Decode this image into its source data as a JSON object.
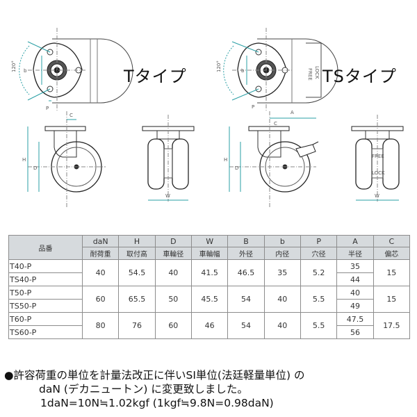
{
  "types": {
    "t": "Tタイプ",
    "ts": "TSタイプ"
  },
  "labels": {
    "angle": "120°",
    "b": "b",
    "p": "P",
    "c": "C",
    "a": "A",
    "h": "H",
    "d": "D",
    "w": "W",
    "free": "FREE",
    "lock": "LOCK"
  },
  "table": {
    "header_model": "品番",
    "header_units": [
      "daN",
      "H",
      "D",
      "W",
      "B",
      "b",
      "P",
      "A",
      "C"
    ],
    "header_names": [
      "耐荷重",
      "取付高",
      "車輪径",
      "車輪幅",
      "外径",
      "内径",
      "穴径",
      "半径",
      "偏芯"
    ],
    "groups": [
      {
        "models": [
          "T40-P",
          "TS40-P"
        ],
        "load": "40",
        "h": "54.5",
        "d": "40",
        "w": "41.5",
        "bdia": "46.5",
        "bin": "35",
        "p": "5.2",
        "a": [
          "35",
          "44"
        ],
        "c": "15"
      },
      {
        "models": [
          "T50-P",
          "TS50-P"
        ],
        "load": "60",
        "h": "65.5",
        "d": "50",
        "w": "45.5",
        "bdia": "54",
        "bin": "40",
        "p": "5.5",
        "a": [
          "40",
          "49"
        ],
        "c": "15"
      },
      {
        "models": [
          "T60-P",
          "TS60-P"
        ],
        "load": "80",
        "h": "76",
        "d": "60",
        "w": "46",
        "bdia": "54",
        "bin": "40",
        "p": "5.5",
        "a": [
          "47.5",
          "56"
        ],
        "c": "17.5"
      }
    ]
  },
  "note": {
    "line1": "●許容荷重の単位を計量法改正に伴いSI単位(法廷軽量単位) の",
    "line2": "daN (デカニュートン) に変更致しました。",
    "line3": "1daN=10N≒1.02kgf (1kgf≒9.8N=0.98daN)"
  }
}
